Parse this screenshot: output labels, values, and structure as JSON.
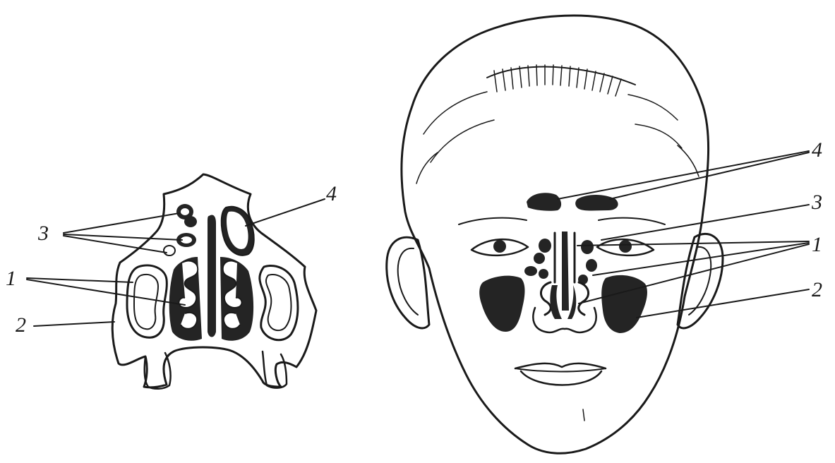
{
  "left_section": {
    "labels": {
      "one": "1",
      "two": "2",
      "three": "3",
      "four": "4"
    }
  },
  "face": {
    "labels": {
      "one": "1",
      "two": "2",
      "three": "3",
      "four": "4"
    }
  },
  "colors": {
    "ink": "#1a1a1a",
    "background": "#ffffff"
  }
}
